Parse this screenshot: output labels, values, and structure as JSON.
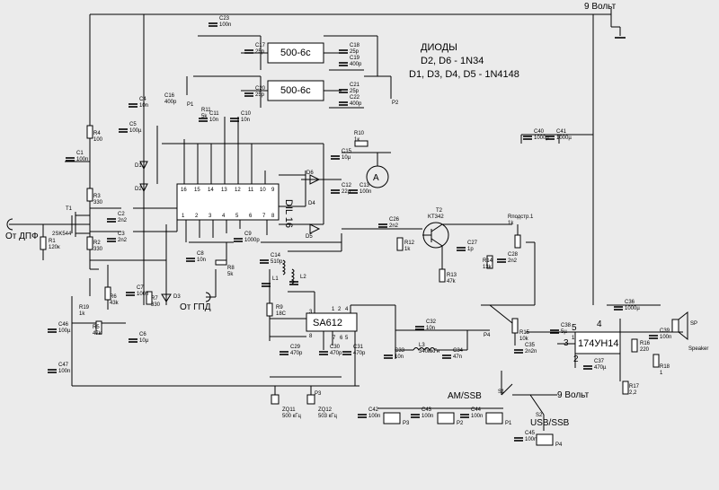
{
  "power": {
    "supply_top": "9 Вольт",
    "supply_bottom": "9 Вольт"
  },
  "notes": {
    "title": "ДИОДЫ",
    "line1": "D2, D6 - 1N34",
    "line2": "D1, D3, D4, D5 - 1N4148"
  },
  "inputs": {
    "dpf": "От ДПФ",
    "gpd": "От ГПД"
  },
  "chips": {
    "filter1": "500-6с",
    "filter2": "500-6с",
    "mixer": "SA612",
    "dil": "DIL 16",
    "amp": "174УН14"
  },
  "switches": {
    "mode": "AM/SSB",
    "band": "USB/SSB"
  },
  "transistors": {
    "t1": "T1",
    "t1_type": "2SK544",
    "t2": "T2",
    "t2_type": "KT342"
  },
  "meter": "A",
  "speaker": {
    "ref": "SP",
    "name": "Speaker"
  },
  "quartz": {
    "zq11": "ZQ11",
    "zq11_f": "500 кГц",
    "zq12": "ZQ12",
    "zq12_f": "503 кГц"
  },
  "pins": {
    "dil": [
      "1",
      "2",
      "3",
      "4",
      "5",
      "6",
      "7",
      "8",
      "16",
      "15",
      "14",
      "13",
      "12",
      "11",
      "10",
      "9"
    ],
    "sa612": [
      "1",
      "2",
      "3",
      "4",
      "5",
      "6",
      "7",
      "8"
    ],
    "amp": [
      "1",
      "2",
      "3",
      "4",
      "5"
    ]
  },
  "components": [
    {
      "ref": "C23",
      "val": "100n"
    },
    {
      "ref": "C17",
      "val": "25p"
    },
    {
      "ref": "C18",
      "val": "25p"
    },
    {
      "ref": "C19",
      "val": "400p"
    },
    {
      "ref": "C20",
      "val": "25p"
    },
    {
      "ref": "C21",
      "val": "25p"
    },
    {
      "ref": "C22",
      "val": "400p"
    },
    {
      "ref": "C16",
      "val": "400p"
    },
    {
      "ref": "C4",
      "val": "10n"
    },
    {
      "ref": "C5",
      "val": "100µ"
    },
    {
      "ref": "R4",
      "val": "100"
    },
    {
      "ref": "C1",
      "val": "100n"
    },
    {
      "ref": "R3",
      "val": "330"
    },
    {
      "ref": "C2",
      "val": "2n2"
    },
    {
      "ref": "C3",
      "val": "2n2"
    },
    {
      "ref": "R1",
      "val": "120к"
    },
    {
      "ref": "R2",
      "val": "330"
    },
    {
      "ref": "R11",
      "val": "5k"
    },
    {
      "ref": "C11",
      "val": "10n"
    },
    {
      "ref": "C10",
      "val": "10n"
    },
    {
      "ref": "R10",
      "val": "1к"
    },
    {
      "ref": "C15",
      "val": "10µ"
    },
    {
      "ref": "C12",
      "val": "22µ"
    },
    {
      "ref": "C13",
      "val": "100n"
    },
    {
      "ref": "C40",
      "val": "1000µ"
    },
    {
      "ref": "C41",
      "val": "1000µ"
    },
    {
      "ref": "C26",
      "val": "2n2"
    },
    {
      "ref": "R12",
      "val": "1k"
    },
    {
      "ref": "R13",
      "val": "47k"
    },
    {
      "ref": "C27",
      "val": "1p"
    },
    {
      "ref": "R14",
      "val": "13k"
    },
    {
      "ref": "C28",
      "val": "2n2"
    },
    {
      "ref": "Rподстр.1",
      "val": "1k"
    },
    {
      "ref": "C9",
      "val": "1000p"
    },
    {
      "ref": "C8",
      "val": "10n"
    },
    {
      "ref": "R8",
      "val": "5k"
    },
    {
      "ref": "C14",
      "val": "510p"
    },
    {
      "ref": "L1",
      "val": ""
    },
    {
      "ref": "L2",
      "val": ""
    },
    {
      "ref": "R9",
      "val": "18C"
    },
    {
      "ref": "R19",
      "val": "1k"
    },
    {
      "ref": "R6",
      "val": "43k"
    },
    {
      "ref": "C7",
      "val": "100n"
    },
    {
      "ref": "R7",
      "val": "330"
    },
    {
      "ref": "R5",
      "val": "47k"
    },
    {
      "ref": "C6",
      "val": "10µ"
    },
    {
      "ref": "C46",
      "val": "100µ"
    },
    {
      "ref": "C47",
      "val": "100n"
    },
    {
      "ref": "C29",
      "val": "470p"
    },
    {
      "ref": "C30",
      "val": "470p"
    },
    {
      "ref": "C31",
      "val": "470p"
    },
    {
      "ref": "C32",
      "val": "10n"
    },
    {
      "ref": "C33",
      "val": "10n"
    },
    {
      "ref": "L3",
      "val": "340мкГн"
    },
    {
      "ref": "C34",
      "val": "47n"
    },
    {
      "ref": "R15",
      "val": "10k"
    },
    {
      "ref": "C35",
      "val": "2n2n"
    },
    {
      "ref": "C38",
      "val": "5µ"
    },
    {
      "ref": "C36",
      "val": "1000µ"
    },
    {
      "ref": "R16",
      "val": "220"
    },
    {
      "ref": "C39",
      "val": "100n"
    },
    {
      "ref": "R18",
      "val": "1"
    },
    {
      "ref": "C37",
      "val": "470µ"
    },
    {
      "ref": "R17",
      "val": "2,2"
    },
    {
      "ref": "C42",
      "val": "100n"
    },
    {
      "ref": "C43",
      "val": "100n"
    },
    {
      "ref": "C44",
      "val": "100n"
    },
    {
      "ref": "C45",
      "val": "100n"
    }
  ],
  "labels": {
    "d1": "D1",
    "d2": "D2",
    "d3": "D3",
    "d4": "D4",
    "d5": "D5",
    "d6": "D6",
    "p1": "P1",
    "p2": "P2",
    "p3": "P3",
    "p4": "P4",
    "pp1": "P1",
    "pp2": "P2",
    "pp3": "P3",
    "pp4": "P4",
    "s1": "S1",
    "s2": "S2"
  }
}
